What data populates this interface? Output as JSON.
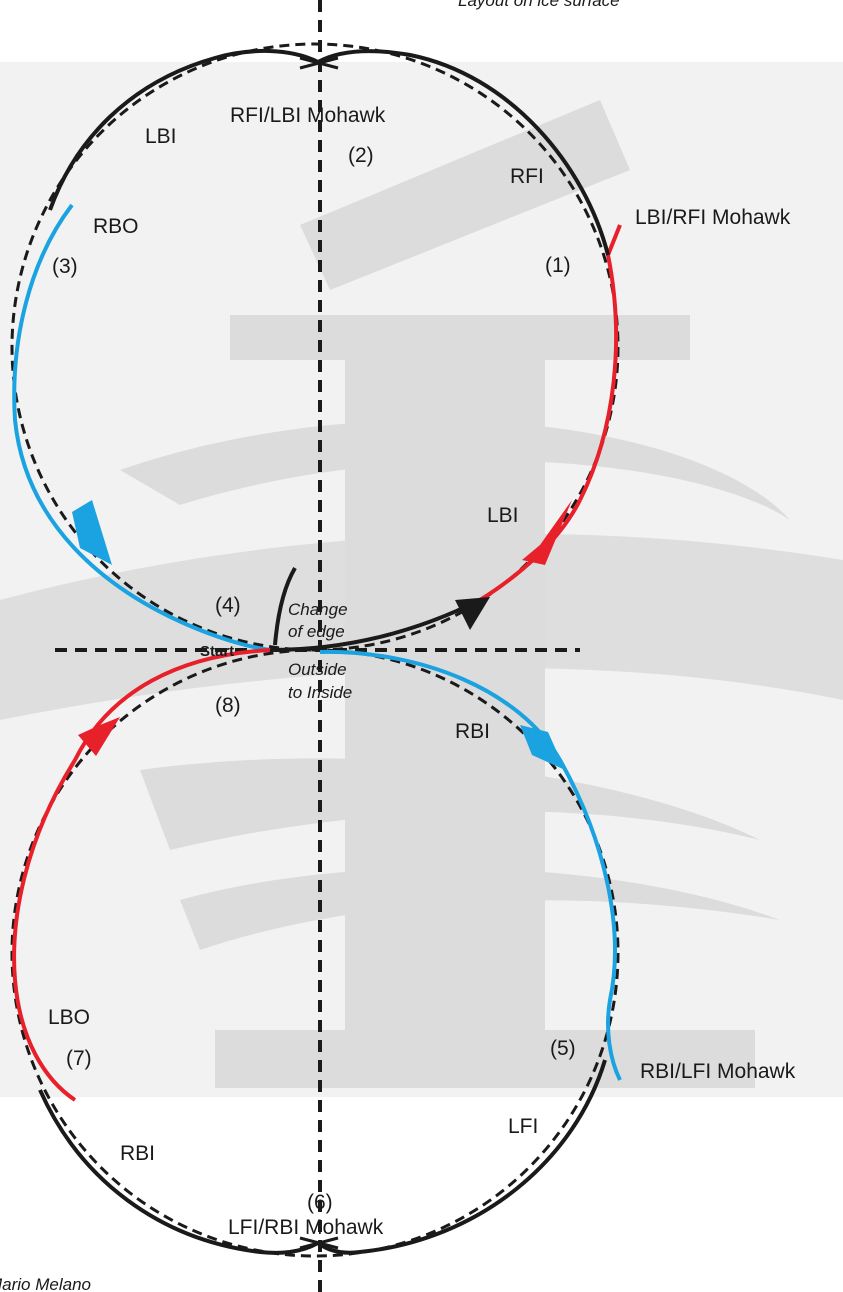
{
  "caption": "Layout on ice surface",
  "author": "Mario Melano",
  "colors": {
    "red": "#e8202a",
    "blue": "#1aa3e0",
    "black": "#1a1a1a",
    "watermark": "#d9d9d9",
    "band": "#f2f2f2"
  },
  "labels": {
    "step1": "(1)",
    "step2": "(2)",
    "step3": "(3)",
    "step4": "(4)",
    "step5": "(5)",
    "step6": "(6)",
    "step7": "(7)",
    "step8": "(8)",
    "lbi_rfi_mohawk": "LBI/RFI Mohawk",
    "rfi_lbi_mohawk": "RFI/LBI Mohawk",
    "rbi_lfi_mohawk": "RBI/LFI Mohawk",
    "lfi_rbi_mohawk": "LFI/RBI Mohawk",
    "lbi_top": "LBI",
    "rfi_top": "RFI",
    "rbo": "RBO",
    "lbi_right": "LBI",
    "rbi_right": "RBI",
    "lfi": "LFI",
    "rbi_bottom": "RBI",
    "lbo": "LBO",
    "start": "Start",
    "change_of_edge_1": "Change",
    "change_of_edge_2": "of edge",
    "outside_inside_1": "Outside",
    "outside_inside_2": "to Inside"
  }
}
